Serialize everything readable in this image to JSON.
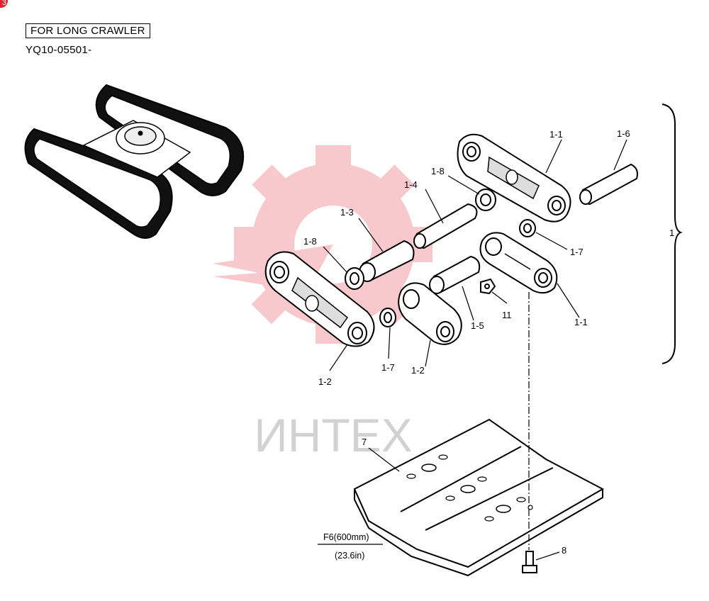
{
  "header": {
    "title": "FOR LONG CRAWLER",
    "code": "YQ10-05501-"
  },
  "corner_badge": "3",
  "watermark": {
    "text": "ИНТЕХ",
    "color": "#e8606a"
  },
  "callouts": {
    "c1_1_top": "1-1",
    "c1_6": "1-6",
    "c1_8_top": "1-8",
    "c1_4": "1-4",
    "c1_3": "1-3",
    "c1_8_left": "1-8",
    "c1_7_right": "1-7",
    "c1_1_bottom": "1-1",
    "c11": "11",
    "c1_5": "1-5",
    "c1_7_bottom": "1-7",
    "c1_2_mid": "1-2",
    "c1_2_left": "1-2",
    "c7": "7",
    "c8": "8",
    "brace_label": "1"
  },
  "shoe_spec": {
    "metric": "F6(600mm)",
    "imperial": "(23.6in)"
  }
}
